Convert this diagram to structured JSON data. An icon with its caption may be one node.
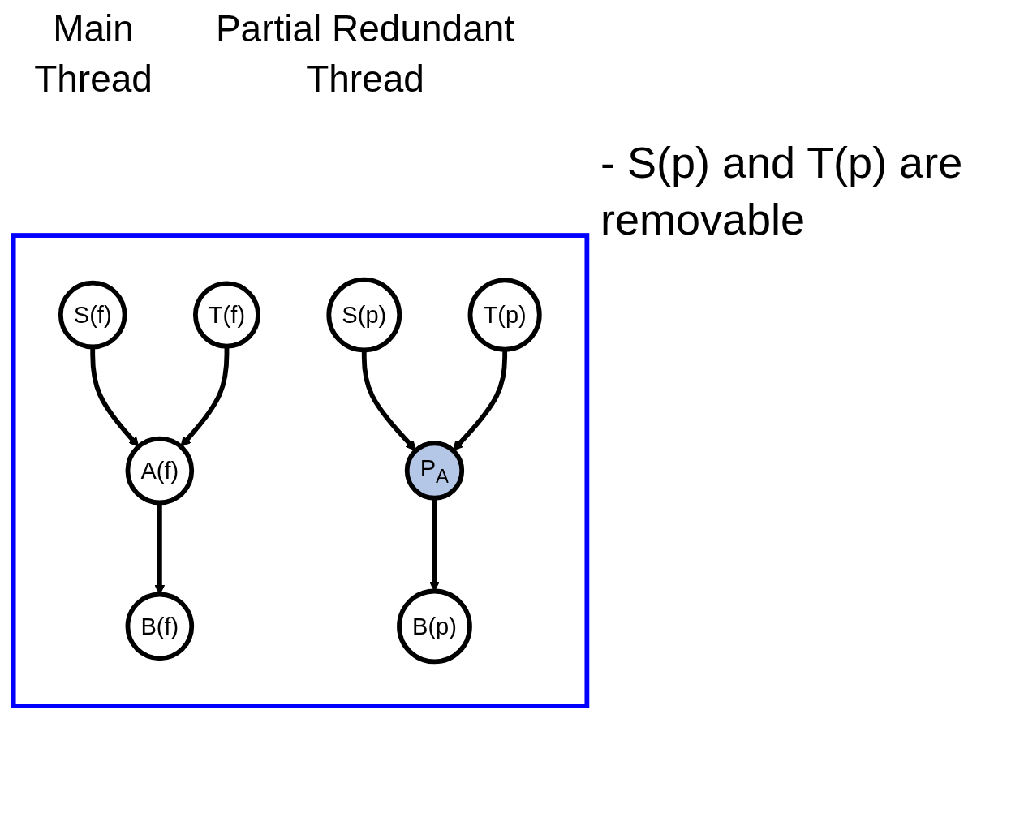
{
  "diagram": {
    "nodes": [
      {
        "text": [],
        "shape": "box"
      },
      {
        "text": [
          "S(f)"
        ],
        "in": 0
      },
      {
        "text": [
          "T(f)"
        ],
        "in": 0
      },
      {
        "text": [
          "A(f)"
        ],
        "in": 0
      },
      {
        "text": [
          "B(f)"
        ],
        "in": 0
      },
      {
        "text": [
          "S(p)"
        ],
        "in": 0
      },
      {
        "text": [
          "T(p)"
        ],
        "in": 0
      },
      {
        "text": [
          "P$_{A}$"
        ],
        "in": 0
      },
      {
        "text": [
          "B(p)"
        ],
        "in": 0
      }
    ],
    "edges": [
      {
        "from": 1,
        "to": 3,
        "arrow": "to"
      },
      {
        "from": 2,
        "to": 3,
        "arrow": "to"
      },
      {
        "from": 3,
        "to": 4,
        "arrow": "to"
      },
      {
        "from": 5,
        "to": 7,
        "arrow": "to"
      },
      {
        "from": 6,
        "to": 7,
        "arrow": "to"
      },
      {
        "from": 7,
        "to": 8,
        "arrow": "to"
      }
    ],
    "labels": [
      "Main Thread",
      "Partial Redundant Thread",
      "- S(p) and T(p) are removable"
    ]
  }
}
